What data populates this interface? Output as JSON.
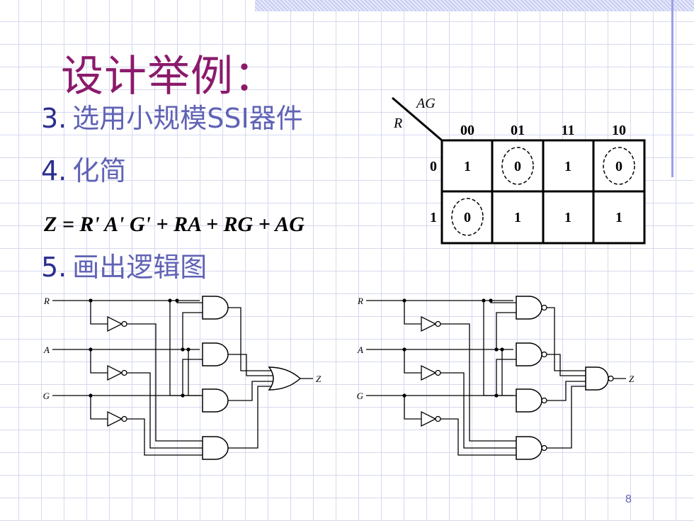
{
  "slide": {
    "title": "设计举例：",
    "items": [
      {
        "num": "3.",
        "text": "选用小规模SSI器件"
      },
      {
        "num": "4.",
        "text": "化简"
      },
      {
        "num": "5.",
        "text": "画出逻辑图"
      }
    ],
    "formula": "Z = R' A' G' + RA + RG + AG",
    "page_number": "8"
  },
  "kmap": {
    "row_var": "R",
    "col_vars": "AG",
    "col_headers": [
      "00",
      "01",
      "11",
      "10"
    ],
    "row_headers": [
      "0",
      "1"
    ],
    "cells": [
      [
        "1",
        "0",
        "1",
        "0"
      ],
      [
        "0",
        "1",
        "1",
        "1"
      ]
    ],
    "circled": [
      [
        false,
        true,
        false,
        true
      ],
      [
        true,
        false,
        false,
        false
      ]
    ]
  },
  "circuit": {
    "inputs": [
      "R",
      "A",
      "G"
    ],
    "output": "Z"
  }
}
